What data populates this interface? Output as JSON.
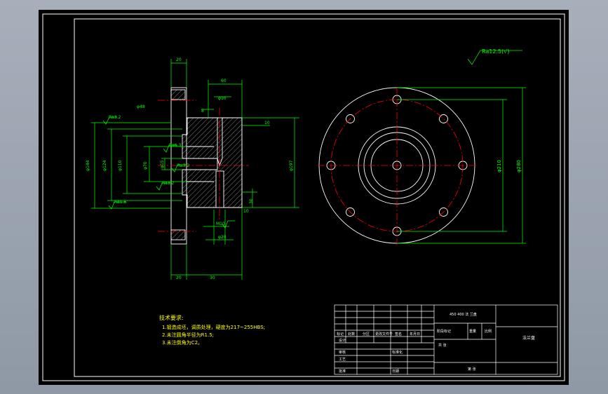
{
  "colors": {
    "background": "#000000",
    "outline": "#ffffff",
    "dimension": "#00ff00",
    "centerline": "#ff0000",
    "notes": "#ffff00",
    "viewport": "#9ea6b2"
  },
  "dimensions": {
    "top_width": "20",
    "top_depth": "60",
    "hole_diameter": "φ10",
    "step_small": "8",
    "right_small": "10",
    "shaft_left": "φ48",
    "dia_144": "φ144",
    "dia_124": "φ124",
    "dia_110": "φ110",
    "dia_70": "φ70",
    "dia_15": "φ15",
    "dia_197": "φ197",
    "bottom_lower": "10",
    "width_20": "20",
    "width_30": "30",
    "m10": "M10",
    "dia_20": "φ20",
    "right_30": "30",
    "outer_pcd": "φ210",
    "outer_dia": "φ280"
  },
  "roughness": {
    "top": "Ra12.5(√)",
    "side_left": "Ra3.2",
    "mid_a": "Ra6.3",
    "mid_b": "Ra3.2",
    "low_a": "Ra3.2",
    "low_b": "Ra1.6"
  },
  "notes": {
    "title": "技术要求:",
    "lines": [
      "1.锻造成坯，调质处理，硬度为217~255HBS;",
      "2.未注圆角半径为R1.5;",
      "3.未注倒角为C2。"
    ]
  },
  "title_block": {
    "part_title": "450 400 法 兰盘",
    "drawing_name": "法兰盘",
    "headers": [
      "标记",
      "处数",
      "分区",
      "更改文件号",
      "签名",
      "年月日"
    ],
    "stage_label": "阶段标记",
    "weight_label": "重量",
    "scale_label": "比例",
    "rows": [
      "设计",
      "审核",
      "工艺",
      "批准"
    ],
    "labels": [
      "标准化",
      "日期"
    ],
    "total_label": "共 张",
    "sheet_label": "第 张"
  }
}
